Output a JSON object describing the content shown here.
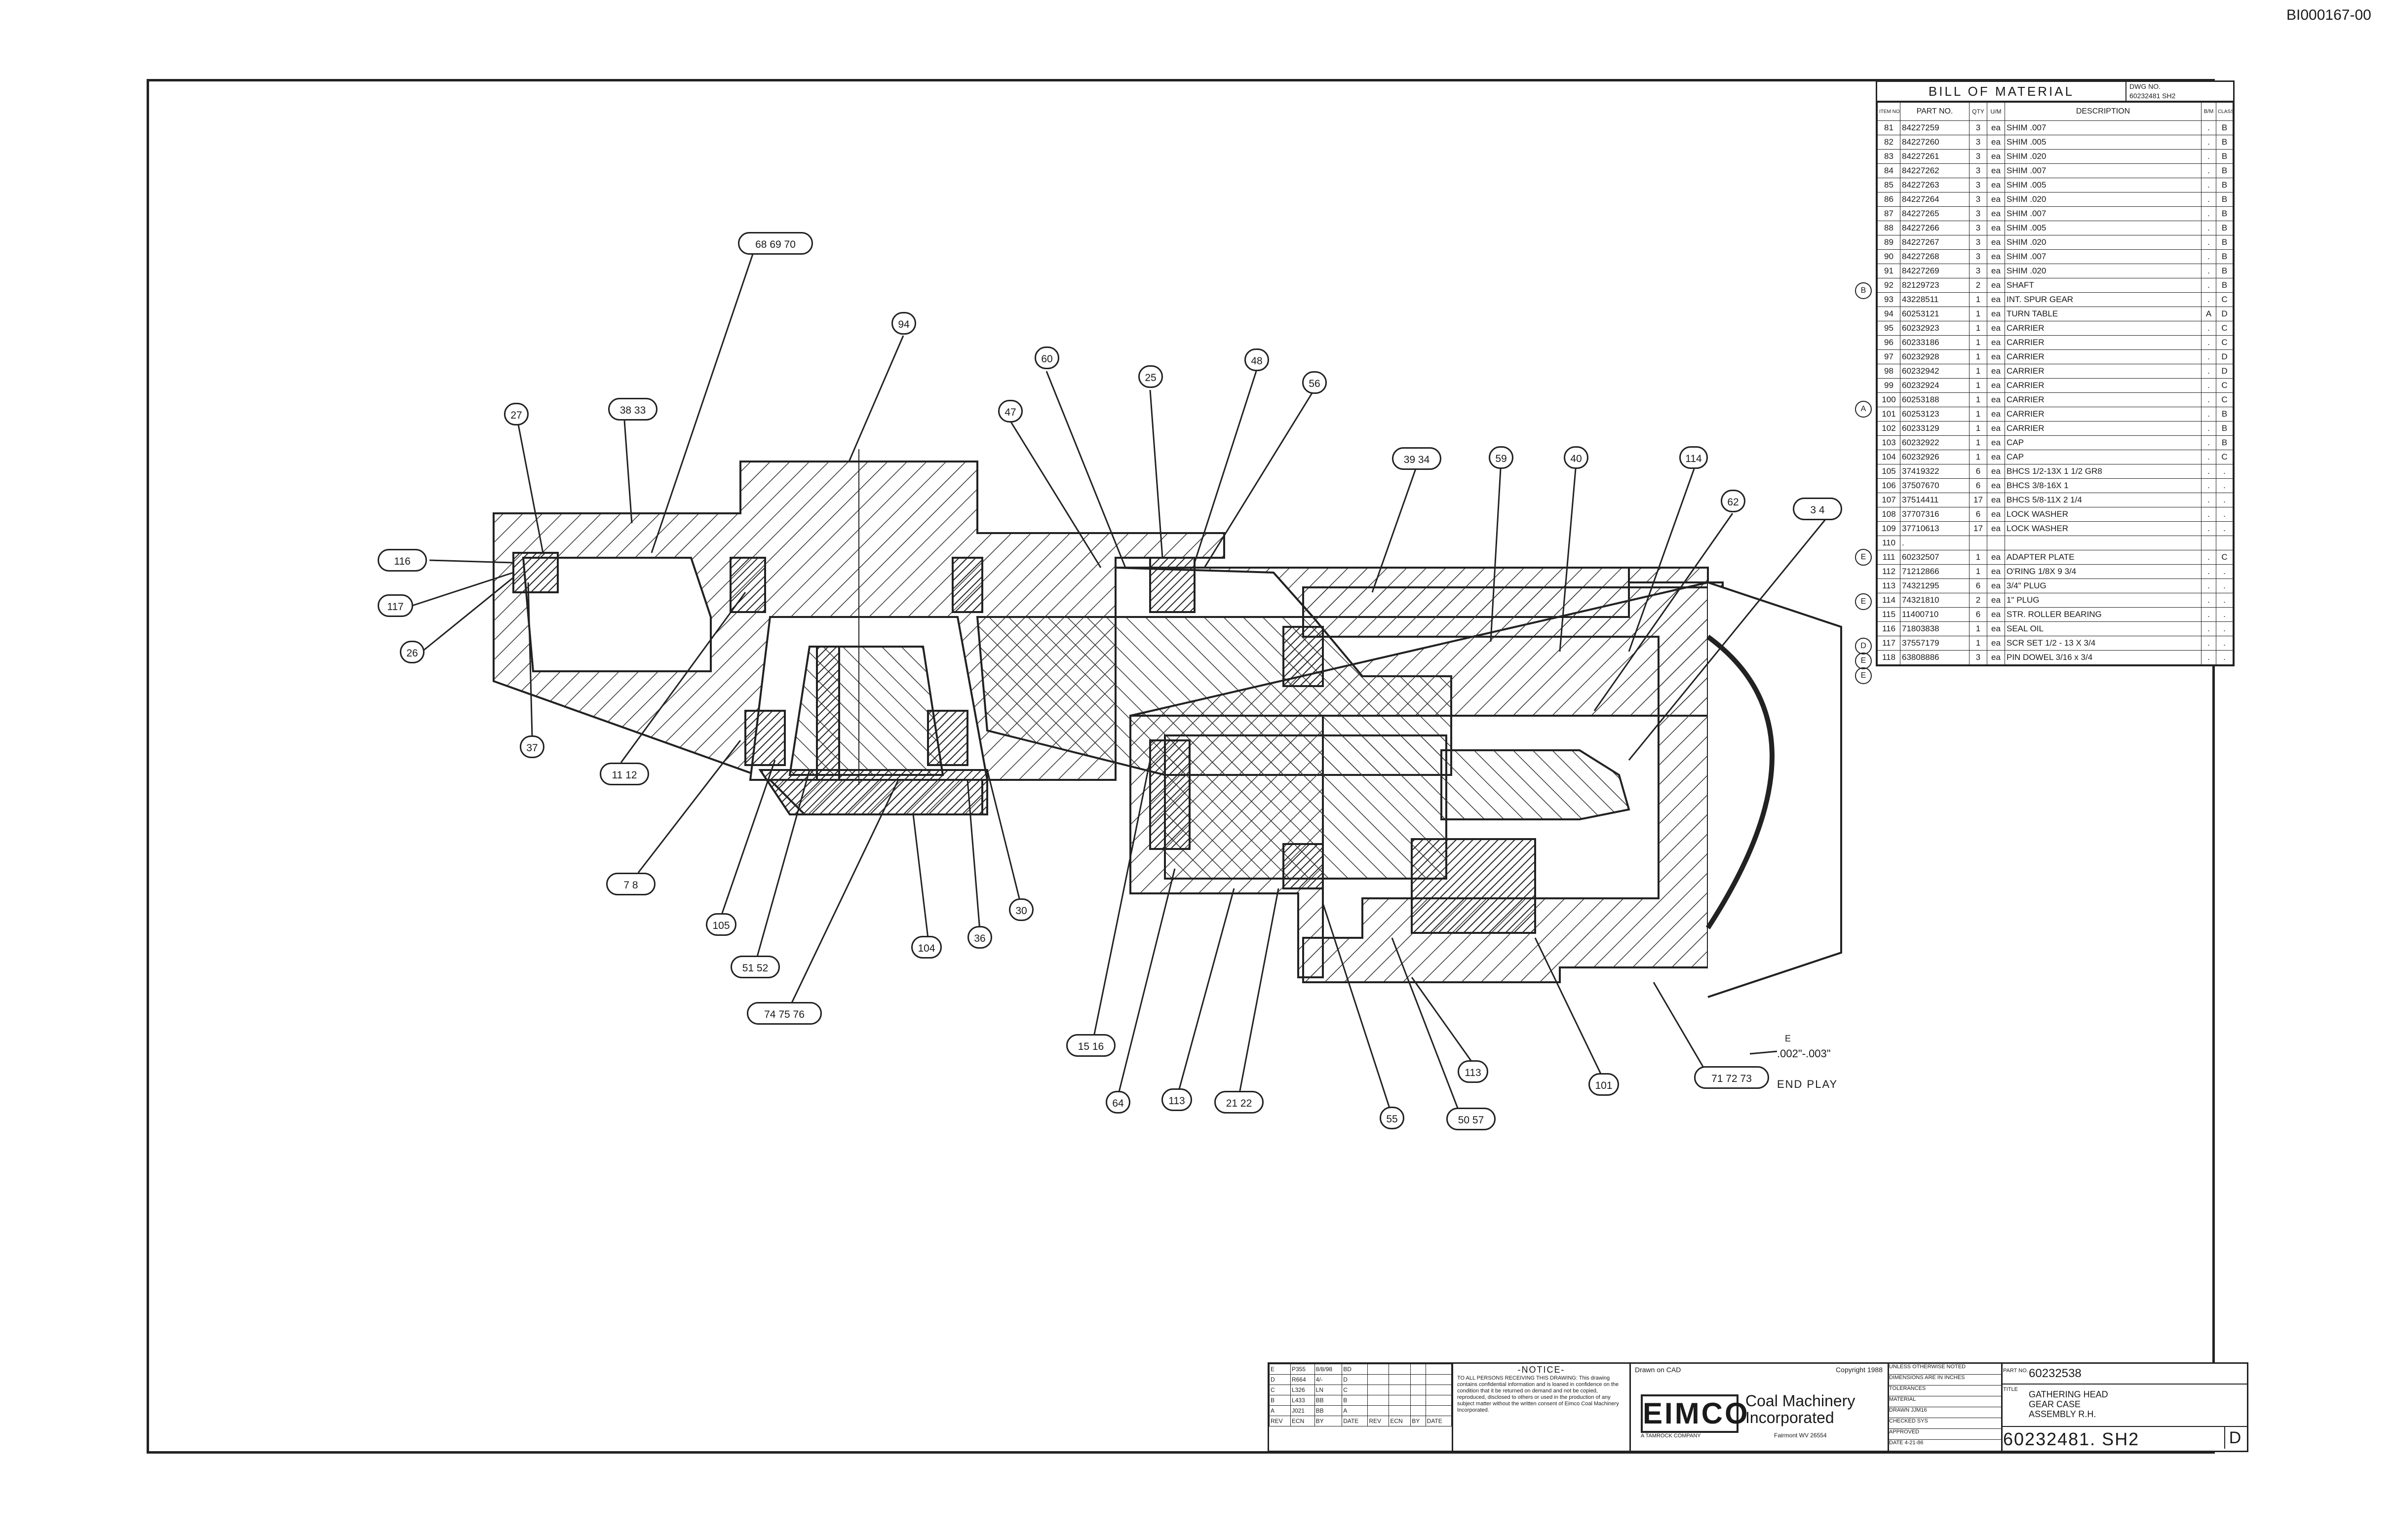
{
  "doc_id": "BI000167-00",
  "bom": {
    "title": "BILL OF MATERIAL",
    "dwg_no_label": "DWG NO.",
    "dwg_no": "60232481 SH2",
    "headers": {
      "item": "ITEM NO.",
      "part": "PART NO.",
      "qty": "QTY",
      "um": "U/M",
      "desc": "DESCRIPTION",
      "bm": "B/M",
      "class": "CLASS"
    },
    "rows": [
      {
        "rev": "",
        "item": "81",
        "part": "84227259",
        "qty": "3",
        "um": "ea",
        "desc": "SHIM .007",
        "bm": ".",
        "class": "B"
      },
      {
        "rev": "",
        "item": "82",
        "part": "84227260",
        "qty": "3",
        "um": "ea",
        "desc": "SHIM .005",
        "bm": ".",
        "class": "B"
      },
      {
        "rev": "",
        "item": "83",
        "part": "84227261",
        "qty": "3",
        "um": "ea",
        "desc": "SHIM .020",
        "bm": ".",
        "class": "B"
      },
      {
        "rev": "",
        "item": "84",
        "part": "84227262",
        "qty": "3",
        "um": "ea",
        "desc": "SHIM .007",
        "bm": ".",
        "class": "B"
      },
      {
        "rev": "",
        "item": "85",
        "part": "84227263",
        "qty": "3",
        "um": "ea",
        "desc": "SHIM .005",
        "bm": ".",
        "class": "B"
      },
      {
        "rev": "",
        "item": "86",
        "part": "84227264",
        "qty": "3",
        "um": "ea",
        "desc": "SHIM .020",
        "bm": ".",
        "class": "B"
      },
      {
        "rev": "",
        "item": "87",
        "part": "84227265",
        "qty": "3",
        "um": "ea",
        "desc": "SHIM .007",
        "bm": ".",
        "class": "B"
      },
      {
        "rev": "",
        "item": "88",
        "part": "84227266",
        "qty": "3",
        "um": "ea",
        "desc": "SHIM .005",
        "bm": ".",
        "class": "B"
      },
      {
        "rev": "",
        "item": "89",
        "part": "84227267",
        "qty": "3",
        "um": "ea",
        "desc": "SHIM .020",
        "bm": ".",
        "class": "B"
      },
      {
        "rev": "",
        "item": "90",
        "part": "84227268",
        "qty": "3",
        "um": "ea",
        "desc": "SHIM .007",
        "bm": ".",
        "class": "B"
      },
      {
        "rev": "",
        "item": "91",
        "part": "84227269",
        "qty": "3",
        "um": "ea",
        "desc": "SHIM .020",
        "bm": ".",
        "class": "B"
      },
      {
        "rev": "B",
        "item": "92",
        "part": "82129723",
        "qty": "2",
        "um": "ea",
        "desc": "SHAFT",
        "bm": ".",
        "class": "B"
      },
      {
        "rev": "",
        "item": "93",
        "part": "43228511",
        "qty": "1",
        "um": "ea",
        "desc": "INT. SPUR GEAR",
        "bm": ".",
        "class": "C"
      },
      {
        "rev": "",
        "item": "94",
        "part": "60253121",
        "qty": "1",
        "um": "ea",
        "desc": "TURN TABLE",
        "bm": "A",
        "class": "D"
      },
      {
        "rev": "",
        "item": "95",
        "part": "60232923",
        "qty": "1",
        "um": "ea",
        "desc": "CARRIER",
        "bm": ".",
        "class": "C"
      },
      {
        "rev": "",
        "item": "96",
        "part": "60233186",
        "qty": "1",
        "um": "ea",
        "desc": "CARRIER",
        "bm": ".",
        "class": "C"
      },
      {
        "rev": "",
        "item": "97",
        "part": "60232928",
        "qty": "1",
        "um": "ea",
        "desc": "CARRIER",
        "bm": ".",
        "class": "D"
      },
      {
        "rev": "",
        "item": "98",
        "part": "60232942",
        "qty": "1",
        "um": "ea",
        "desc": "CARRIER",
        "bm": ".",
        "class": "D"
      },
      {
        "rev": "",
        "item": "99",
        "part": "60232924",
        "qty": "1",
        "um": "ea",
        "desc": "CARRIER",
        "bm": ".",
        "class": "C"
      },
      {
        "rev": "A",
        "item": "100",
        "part": "60253188",
        "qty": "1",
        "um": "ea",
        "desc": "CARRIER",
        "bm": ".",
        "class": "C"
      },
      {
        "rev": "",
        "item": "101",
        "part": "60253123",
        "qty": "1",
        "um": "ea",
        "desc": "CARRIER",
        "bm": ".",
        "class": "B"
      },
      {
        "rev": "",
        "item": "102",
        "part": "60233129",
        "qty": "1",
        "um": "ea",
        "desc": "CARRIER",
        "bm": ".",
        "class": "B"
      },
      {
        "rev": "",
        "item": "103",
        "part": "60232922",
        "qty": "1",
        "um": "ea",
        "desc": "CAP",
        "bm": ".",
        "class": "B"
      },
      {
        "rev": "",
        "item": "104",
        "part": "60232926",
        "qty": "1",
        "um": "ea",
        "desc": "CAP",
        "bm": ".",
        "class": "C"
      },
      {
        "rev": "",
        "item": "105",
        "part": "37419322",
        "qty": "6",
        "um": "ea",
        "desc": "BHCS 1/2-13X 1 1/2 GR8",
        "bm": ".",
        "class": "."
      },
      {
        "rev": "",
        "item": "106",
        "part": "37507670",
        "qty": "6",
        "um": "ea",
        "desc": "BHCS 3/8-16X 1",
        "bm": ".",
        "class": "."
      },
      {
        "rev": "",
        "item": "107",
        "part": "37514411",
        "qty": "17",
        "um": "ea",
        "desc": "BHCS 5/8-11X 2 1/4",
        "bm": ".",
        "class": "."
      },
      {
        "rev": "",
        "item": "108",
        "part": "37707316",
        "qty": "6",
        "um": "ea",
        "desc": "LOCK WASHER",
        "bm": ".",
        "class": "."
      },
      {
        "rev": "",
        "item": "109",
        "part": "37710613",
        "qty": "17",
        "um": "ea",
        "desc": "LOCK WASHER",
        "bm": ".",
        "class": "."
      },
      {
        "rev": "E",
        "item": "110",
        "part": ".",
        "qty": "",
        "um": "",
        "desc": "",
        "bm": "",
        "class": ""
      },
      {
        "rev": "",
        "item": "111",
        "part": "60232507",
        "qty": "1",
        "um": "ea",
        "desc": "ADAPTER PLATE",
        "bm": ".",
        "class": "C"
      },
      {
        "rev": "",
        "item": "112",
        "part": "71212866",
        "qty": "1",
        "um": "ea",
        "desc": "O'RING 1/8X 9 3/4",
        "bm": ".",
        "class": "."
      },
      {
        "rev": "E",
        "item": "113",
        "part": "74321295",
        "qty": "6",
        "um": "ea",
        "desc": "3/4\" PLUG",
        "bm": ".",
        "class": "."
      },
      {
        "rev": "",
        "item": "114",
        "part": "74321810",
        "qty": "2",
        "um": "ea",
        "desc": "1\" PLUG",
        "bm": ".",
        "class": "."
      },
      {
        "rev": "",
        "item": "115",
        "part": "11400710",
        "qty": "6",
        "um": "ea",
        "desc": "STR. ROLLER BEARING",
        "bm": ".",
        "class": "."
      },
      {
        "rev": "D",
        "item": "116",
        "part": "71803838",
        "qty": "1",
        "um": "ea",
        "desc": "SEAL OIL",
        "bm": ".",
        "class": "."
      },
      {
        "rev": "E",
        "item": "117",
        "part": "37557179",
        "qty": "1",
        "um": "ea",
        "desc": "SCR SET 1/2 - 13 X 3/4",
        "bm": ".",
        "class": "."
      },
      {
        "rev": "E",
        "item": "118",
        "part": "63808886",
        "qty": "3",
        "um": "ea",
        "desc": "PIN DOWEL 3/16 x 3/4",
        "bm": ".",
        "class": "."
      }
    ]
  },
  "balloons": {
    "b_68_69_70": "68 69 70",
    "b_94": "94",
    "b_60": "60",
    "b_25": "25",
    "b_48": "48",
    "b_56": "56",
    "b_47": "47",
    "b_27": "27",
    "b_38_33": "38 33",
    "b_39_34": "39 34",
    "b_59": "59",
    "b_40": "40",
    "b_114": "114",
    "b_62": "62",
    "b_3_4": "3 4",
    "b_116": "116",
    "b_117": "117",
    "b_26": "26",
    "b_37": "37",
    "b_11_12": "11 12",
    "b_7_8": "7 8",
    "b_105": "105",
    "b_51_52": "51 52",
    "b_74_75_76": "74 75 76",
    "b_104": "104",
    "b_36": "36",
    "b_30": "30",
    "b_15_16": "15 16",
    "b_64": "64",
    "b_113a": "113",
    "b_21_22": "21 22",
    "b_55": "55",
    "b_50_57": "50 57",
    "b_113b": "113",
    "b_101": "101",
    "b_71_72_73": "71 72 73"
  },
  "end_play": {
    "tolerance": ".002\"-.003\"",
    "label": "END PLAY",
    "mark": "E"
  },
  "title_block": {
    "revisions": [
      [
        "E",
        "P355",
        "8/8/98",
        "BD"
      ],
      [
        "D",
        "R664",
        "4/-",
        "D"
      ],
      [
        "C",
        "L326",
        "LN",
        "C"
      ],
      [
        "B",
        "L433",
        "BB",
        "B"
      ],
      [
        "A",
        "J021",
        "BB",
        "A"
      ]
    ],
    "rev_header": [
      "REV",
      "ECN",
      "BY",
      "DATE",
      "REV",
      "ECN",
      "BY",
      "DATE"
    ],
    "notice_title": "-NOTICE-",
    "notice_text": "TO ALL PERSONS RECEIVING THIS DRAWING: This drawing contains confidential information and is loaned in confidence on the condition that it be returned on demand and not be copied, reproduced, disclosed to others or used in the production of any subject matter without the written consent of Eimco Coal Machinery Incorporated.",
    "drawn_on": "Drawn on CAD",
    "copyright": "Copyright 1988",
    "logo": "EIMCO",
    "logo_sub": "A TAMROCK COMPANY",
    "company_line1": "Coal Machinery",
    "company_line2": "Incorporated",
    "location": "Fairmont WV 26554",
    "approvals": [
      "UNLESS OTHERWISE NOTED",
      "DIMENSIONS ARE IN INCHES",
      "TOLERANCES",
      "MATERIAL",
      "DRAWN  JJM16",
      "CHECKED  SYS",
      "APPROVED",
      "DATE  4-21-86"
    ],
    "part_no_label": "PART NO.",
    "part_no": "60232538",
    "title_label": "TITLE",
    "title_lines": [
      "GATHERING HEAD",
      "GEAR CASE",
      "ASSEMBLY R.H."
    ],
    "dwg_no": "60232481. SH2",
    "rev": "D"
  }
}
